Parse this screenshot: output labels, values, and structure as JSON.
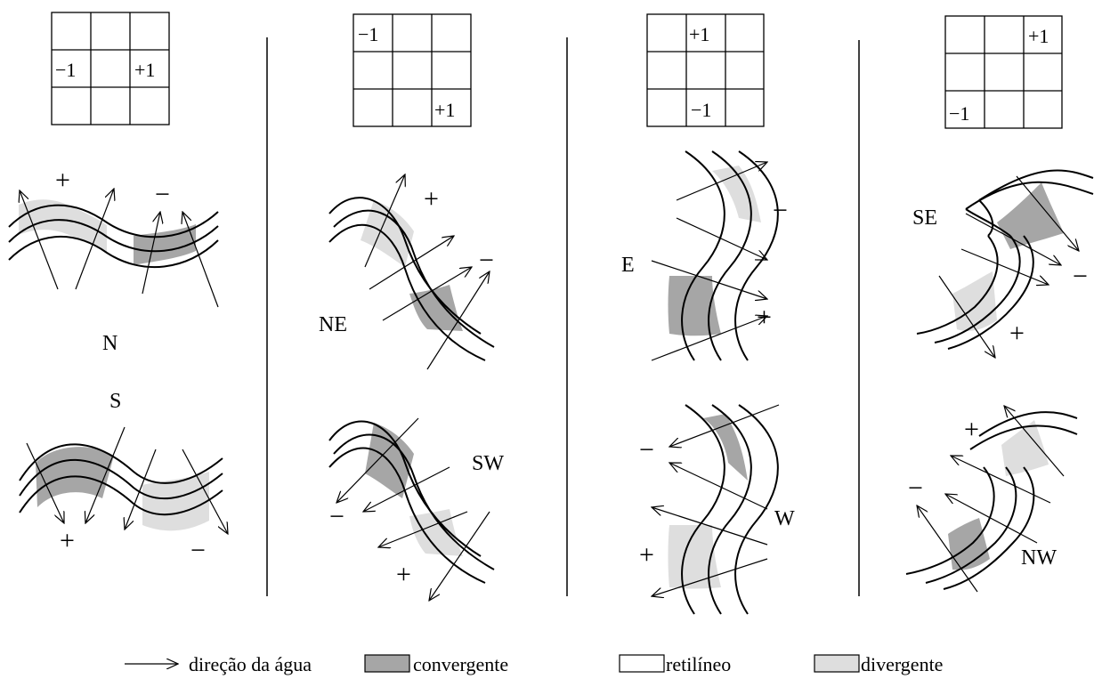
{
  "colors": {
    "convergent": "#a6a6a6",
    "divergent": "#dedede",
    "straight": "#ffffff",
    "stroke": "#000000"
  },
  "panels": [
    {
      "kernel": [
        [
          "",
          "",
          ""
        ],
        [
          "−1",
          "",
          "+1"
        ],
        [
          "",
          "",
          ""
        ]
      ],
      "directions": [
        "N",
        "S"
      ],
      "signs": [
        "+",
        "−",
        "+",
        "−"
      ]
    },
    {
      "kernel": [
        [
          "−1",
          "",
          ""
        ],
        [
          "",
          "",
          ""
        ],
        [
          "",
          "",
          "+1"
        ]
      ],
      "directions": [
        "NE",
        "SW"
      ],
      "signs": [
        "+",
        "−",
        "−",
        "+"
      ]
    },
    {
      "kernel": [
        [
          "",
          "+1",
          ""
        ],
        [
          "",
          "",
          ""
        ],
        [
          "",
          "−1",
          ""
        ]
      ],
      "directions": [
        "E",
        "W"
      ],
      "signs": [
        "−",
        "+",
        "−",
        "+"
      ]
    },
    {
      "kernel": [
        [
          "",
          "",
          "+1"
        ],
        [
          "",
          "",
          ""
        ],
        [
          "−1",
          "",
          ""
        ]
      ],
      "directions": [
        "SE",
        "NW"
      ],
      "signs": [
        "−",
        "+",
        "+",
        "−"
      ]
    }
  ],
  "legend": {
    "arrow_label": "direção da água",
    "convergent_label": "convergente",
    "straight_label": "retilíneo",
    "divergent_label": "divergente"
  }
}
